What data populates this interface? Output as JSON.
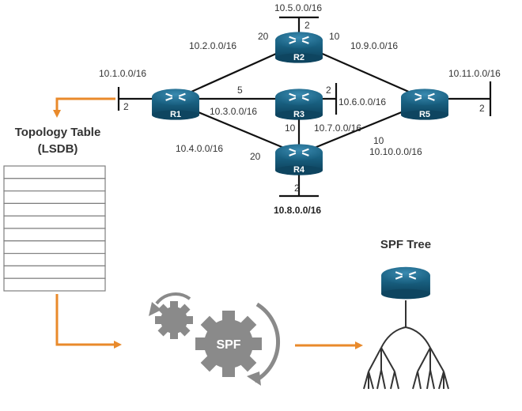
{
  "networks": {
    "n10_5": "10.5.0.0/16",
    "n10_2": "10.2.0.0/16",
    "n10_9": "10.9.0.0/16",
    "n10_1": "10.1.0.0/16",
    "n10_11": "10.11.0.0/16",
    "n10_3": "10.3.0.0/16",
    "n10_6": "10.6.0.0/16",
    "n10_7": "10.7.0.0/16",
    "n10_4": "10.4.0.0/16",
    "n10_10": "10.10.0.0/16",
    "n10_8": "10.8.0.0/16"
  },
  "routers": {
    "r1": "R1",
    "r2": "R2",
    "r3": "R3",
    "r4": "R4",
    "r5": "R5"
  },
  "costs": {
    "r2_top": "2",
    "r1_r2": "20",
    "r2_r5": "10",
    "r1_r3": "5",
    "r3_right": "2",
    "r1_left": "2",
    "r5_right": "2",
    "r3_r4": "10",
    "r4_r5": "10",
    "r1_r4": "20",
    "r4_bottom": "2"
  },
  "topology_table": {
    "title_line1": "Topology Table",
    "title_line2": "(LSDB)",
    "row_count": 10
  },
  "spf": {
    "gear_label": "SPF",
    "tree_title": "SPF Tree"
  },
  "colors": {
    "router": "#1f6d8f",
    "arrow": "#e98a2b",
    "gear": "#8a8a8a"
  }
}
